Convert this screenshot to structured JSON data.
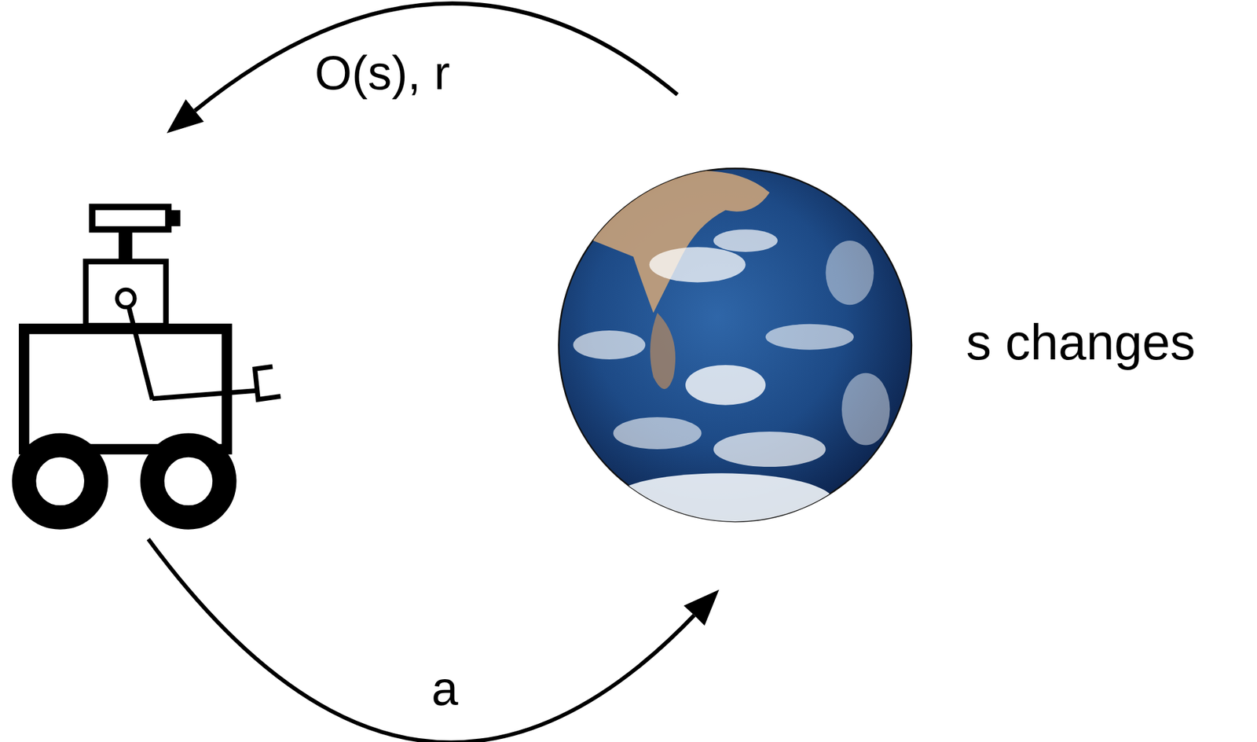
{
  "diagram": {
    "labels": [
      "O(s), r",
      "a",
      "s changes"
    ]
  }
}
